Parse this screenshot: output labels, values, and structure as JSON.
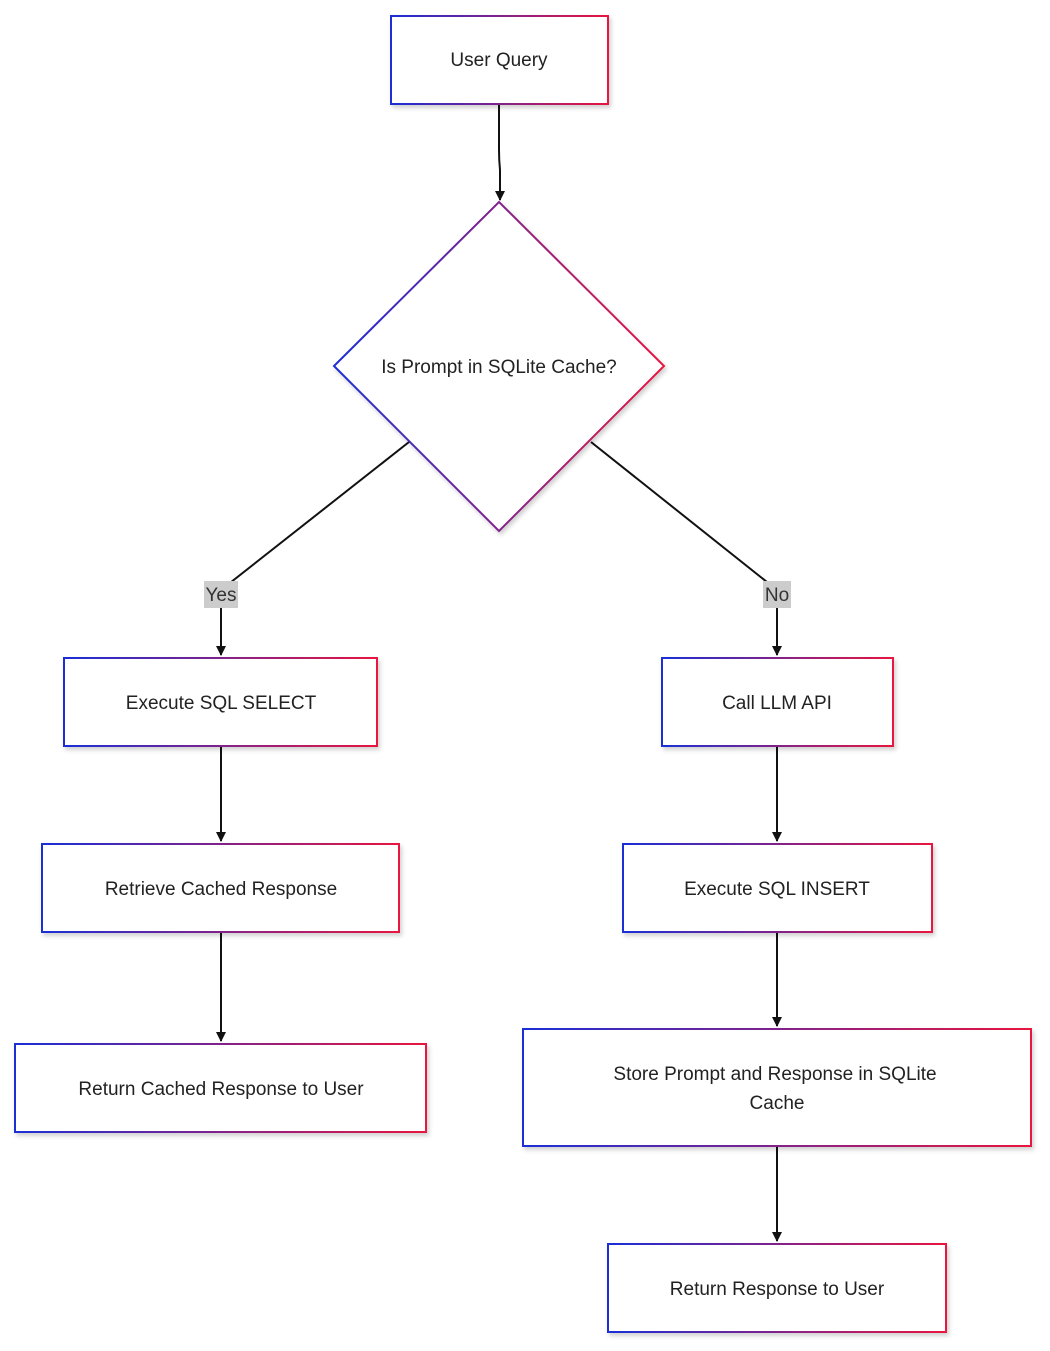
{
  "colors": {
    "border_start": "#1a2fd6",
    "border_end": "#e8163f",
    "edge": "#111111",
    "label_background": "#cccccc",
    "background": "#ffffff"
  },
  "nodes": {
    "user_query": "User Query",
    "decision": "Is Prompt in SQLite Cache?",
    "execute_select": "Execute SQL SELECT",
    "retrieve_cached": "Retrieve Cached Response",
    "return_cached": "Return Cached Response to User",
    "call_llm": "Call LLM API",
    "execute_insert": "Execute SQL INSERT",
    "store_line1": "Store Prompt and Response in SQLite",
    "store_line2": "Cache",
    "return_response": "Return Response to User"
  },
  "edge_labels": {
    "yes": "Yes",
    "no": "No"
  }
}
